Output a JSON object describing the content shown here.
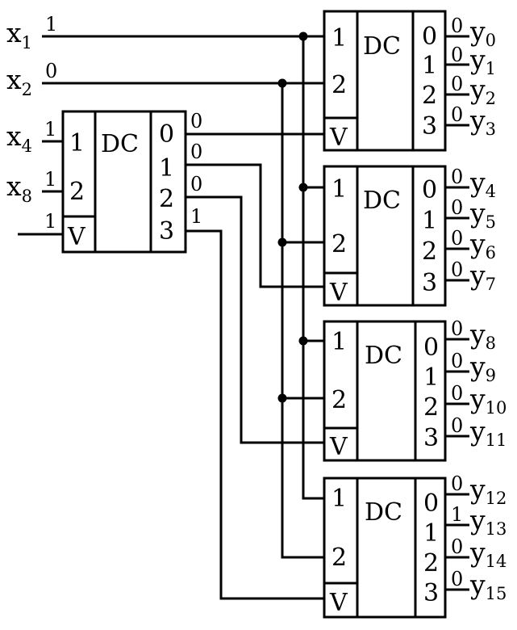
{
  "labels": {
    "dc": "DC",
    "pin_1": "1",
    "pin_2": "2",
    "pin_v": "V",
    "out_0": "0",
    "out_1": "1",
    "out_2": "2",
    "out_3": "3"
  },
  "inputs": [
    {
      "letter": "x",
      "index": "1",
      "value": "1"
    },
    {
      "letter": "x",
      "index": "2",
      "value": "0"
    },
    {
      "letter": "x",
      "index": "4",
      "value": "1"
    },
    {
      "letter": "x",
      "index": "8",
      "value": "1"
    }
  ],
  "enable_value": "1",
  "first_stage_outputs": [
    "0",
    "0",
    "0",
    "1"
  ],
  "outputs": [
    {
      "letter": "y",
      "index": "0",
      "value": "0"
    },
    {
      "letter": "y",
      "index": "1",
      "value": "0"
    },
    {
      "letter": "y",
      "index": "2",
      "value": "0"
    },
    {
      "letter": "y",
      "index": "3",
      "value": "0"
    },
    {
      "letter": "y",
      "index": "4",
      "value": "0"
    },
    {
      "letter": "y",
      "index": "5",
      "value": "0"
    },
    {
      "letter": "y",
      "index": "6",
      "value": "0"
    },
    {
      "letter": "y",
      "index": "7",
      "value": "0"
    },
    {
      "letter": "y",
      "index": "8",
      "value": "0"
    },
    {
      "letter": "y",
      "index": "9",
      "value": "0"
    },
    {
      "letter": "y",
      "index": "10",
      "value": "0"
    },
    {
      "letter": "y",
      "index": "11",
      "value": "0"
    },
    {
      "letter": "y",
      "index": "12",
      "value": "0"
    },
    {
      "letter": "y",
      "index": "13",
      "value": "1"
    },
    {
      "letter": "y",
      "index": "14",
      "value": "0"
    },
    {
      "letter": "y",
      "index": "15",
      "value": "0"
    }
  ]
}
